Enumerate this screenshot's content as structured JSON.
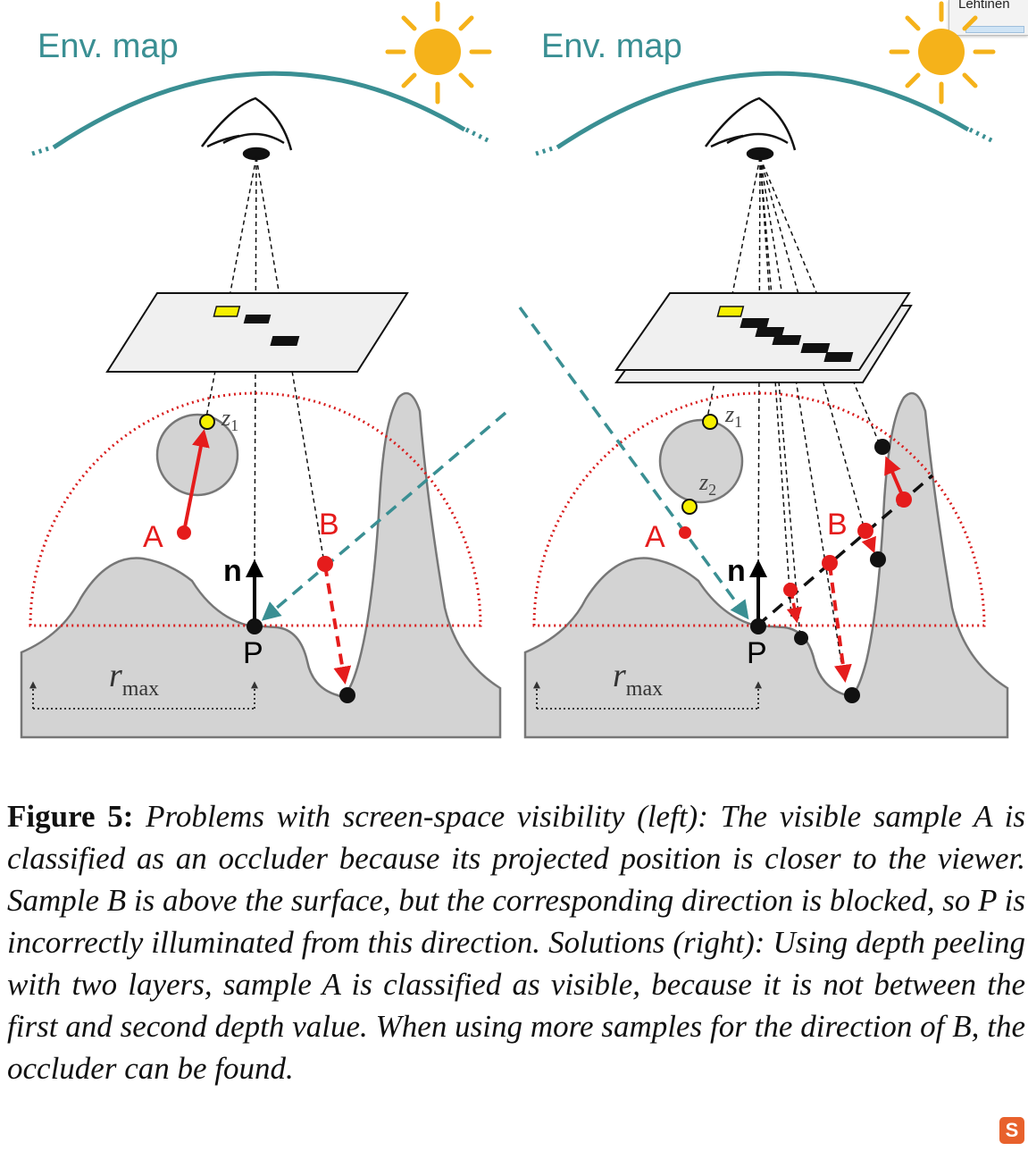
{
  "tab_chip": {
    "label": "Lehtinen"
  },
  "figure": {
    "left_panel": {
      "env_label": "Env. map",
      "labels": {
        "A": "A",
        "B": "B",
        "n": "n",
        "P": "P",
        "z1_base": "z",
        "z1_sub": "1",
        "rmax_base": "r",
        "rmax_sub": "max"
      }
    },
    "right_panel": {
      "env_label": "Env. map",
      "labels": {
        "A": "A",
        "B": "B",
        "n": "n",
        "P": "P",
        "z1_base": "z",
        "z1_sub": "1",
        "z2_base": "z",
        "z2_sub": "2",
        "rmax_base": "r",
        "rmax_sub": "max"
      }
    },
    "colors": {
      "env_arc": "#3a8f93",
      "sun": "#f5b21a",
      "surface_fill": "#d3d3d3",
      "hemisphere": "#d81e1e",
      "sample_red": "#e51c1c",
      "occluded_yellow": "#f7f000"
    }
  },
  "caption": {
    "label": "Figure 5:",
    "text": "Problems with screen-space visibility (left): The visible sample A is classified as an occluder because its projected position is closer to the viewer. Sample B is above the surface, but the corresponding direction is blocked, so P is incorrectly illuminated from this direction. Solutions (right): Using depth peeling with two layers, sample A is classified as visible, because it is not between the first and second depth value. When using more samples for the direction of B, the occluder can be found."
  },
  "corner_icon": {
    "letter": "S"
  }
}
